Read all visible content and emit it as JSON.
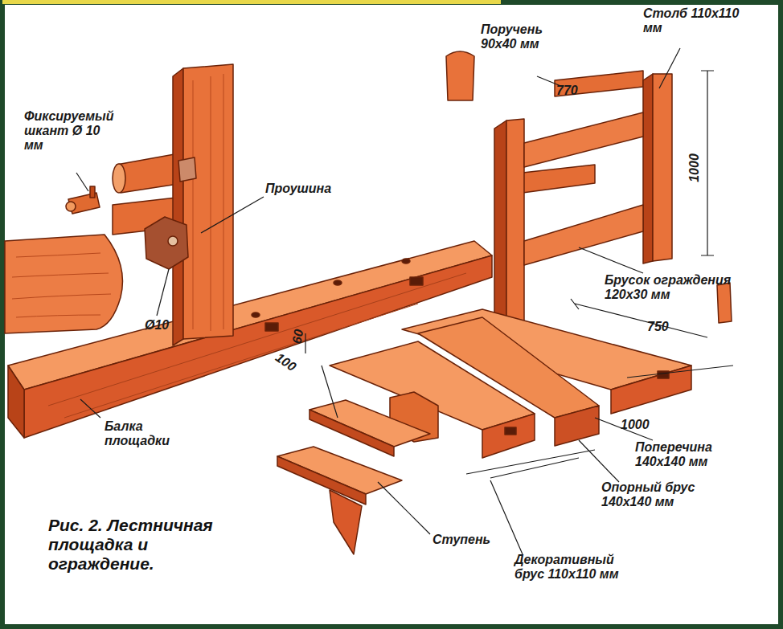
{
  "diagram": {
    "caption": "Рис. 2. Лестничная площадка и ограждение.",
    "labels": [
      "Фиксируемый шкант Ø 10 мм",
      "Проушина",
      "Ø10",
      "Поручень 90x40 мм",
      "Столб 110x110 мм",
      "770",
      "1000",
      "Брусок ограждения 120x30 мм",
      "750",
      "60",
      "100",
      "1000",
      "Поперечина 140x140 мм",
      "Опорный брус 140x140 мм",
      "Балка площадки",
      "Ступень",
      "Декоративный брус 110x110 мм"
    ]
  }
}
